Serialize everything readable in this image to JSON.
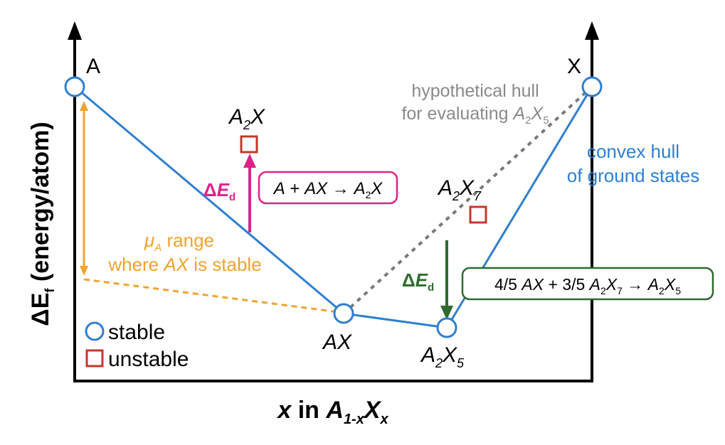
{
  "axes": {
    "y_label": {
      "main": "ΔE",
      "sub": "f",
      "rest": " (energy/atom)"
    },
    "x_label": {
      "lead": "x",
      "mid": " in ",
      "a": "A",
      "a_sub": "1-x",
      "x": "X",
      "x_sub": "x"
    }
  },
  "endpoints": {
    "left": "A",
    "right": "X"
  },
  "phases": {
    "ax": "AX",
    "a2x": {
      "base": "A",
      "sub": "2",
      "tail": "X"
    },
    "a2x7": {
      "base": "A",
      "sub": "2",
      "tail": "X",
      "tail_sub": "7"
    },
    "a2x5": {
      "base": "A",
      "sub": "2",
      "tail": "X",
      "tail_sub": "5"
    }
  },
  "annotations": {
    "hypothetical_hull": {
      "line1": "hypothetical hull",
      "line2_prefix": "for evaluating ",
      "a": "A",
      "a_sub": "2",
      "x": "X",
      "x_sub": "5"
    },
    "convex_hull": {
      "line1": "convex hull",
      "line2": "of ground states"
    },
    "mu_range": {
      "mu": "μ",
      "mu_sub": "A",
      "line1_rest": " range",
      "line2_prefix": "where ",
      "line2_ax": "AX",
      "line2_rest": " is stable"
    },
    "delta_ed": {
      "delta": "Δ",
      "e": "E",
      "sub": "d"
    }
  },
  "reactions": {
    "a2x": {
      "a": "A",
      "plus": " + ",
      "ax": "AX",
      "arrow": " → ",
      "p_a": "A",
      "p_sub": "2",
      "p_x": "X"
    },
    "a2x5": {
      "c1": "4/5 ",
      "ax": "AX",
      "plus": " + 3/5 ",
      "r_a": "A",
      "r_sub": "2",
      "r_x": "X",
      "r_xsub": "7",
      "arrow": " → ",
      "p_a": "A",
      "p_sub": "2",
      "p_x": "X",
      "p_xsub": "5"
    }
  },
  "legend": {
    "stable": "stable",
    "unstable": "unstable"
  },
  "colors": {
    "hull": "#2f7fd0",
    "hypothetical": "#7a7a7a",
    "mu_range": "#f0a330",
    "pink": "#e0218a",
    "green": "#2f6b2f",
    "unstable": "#c0392b",
    "axis": "#000000"
  }
}
